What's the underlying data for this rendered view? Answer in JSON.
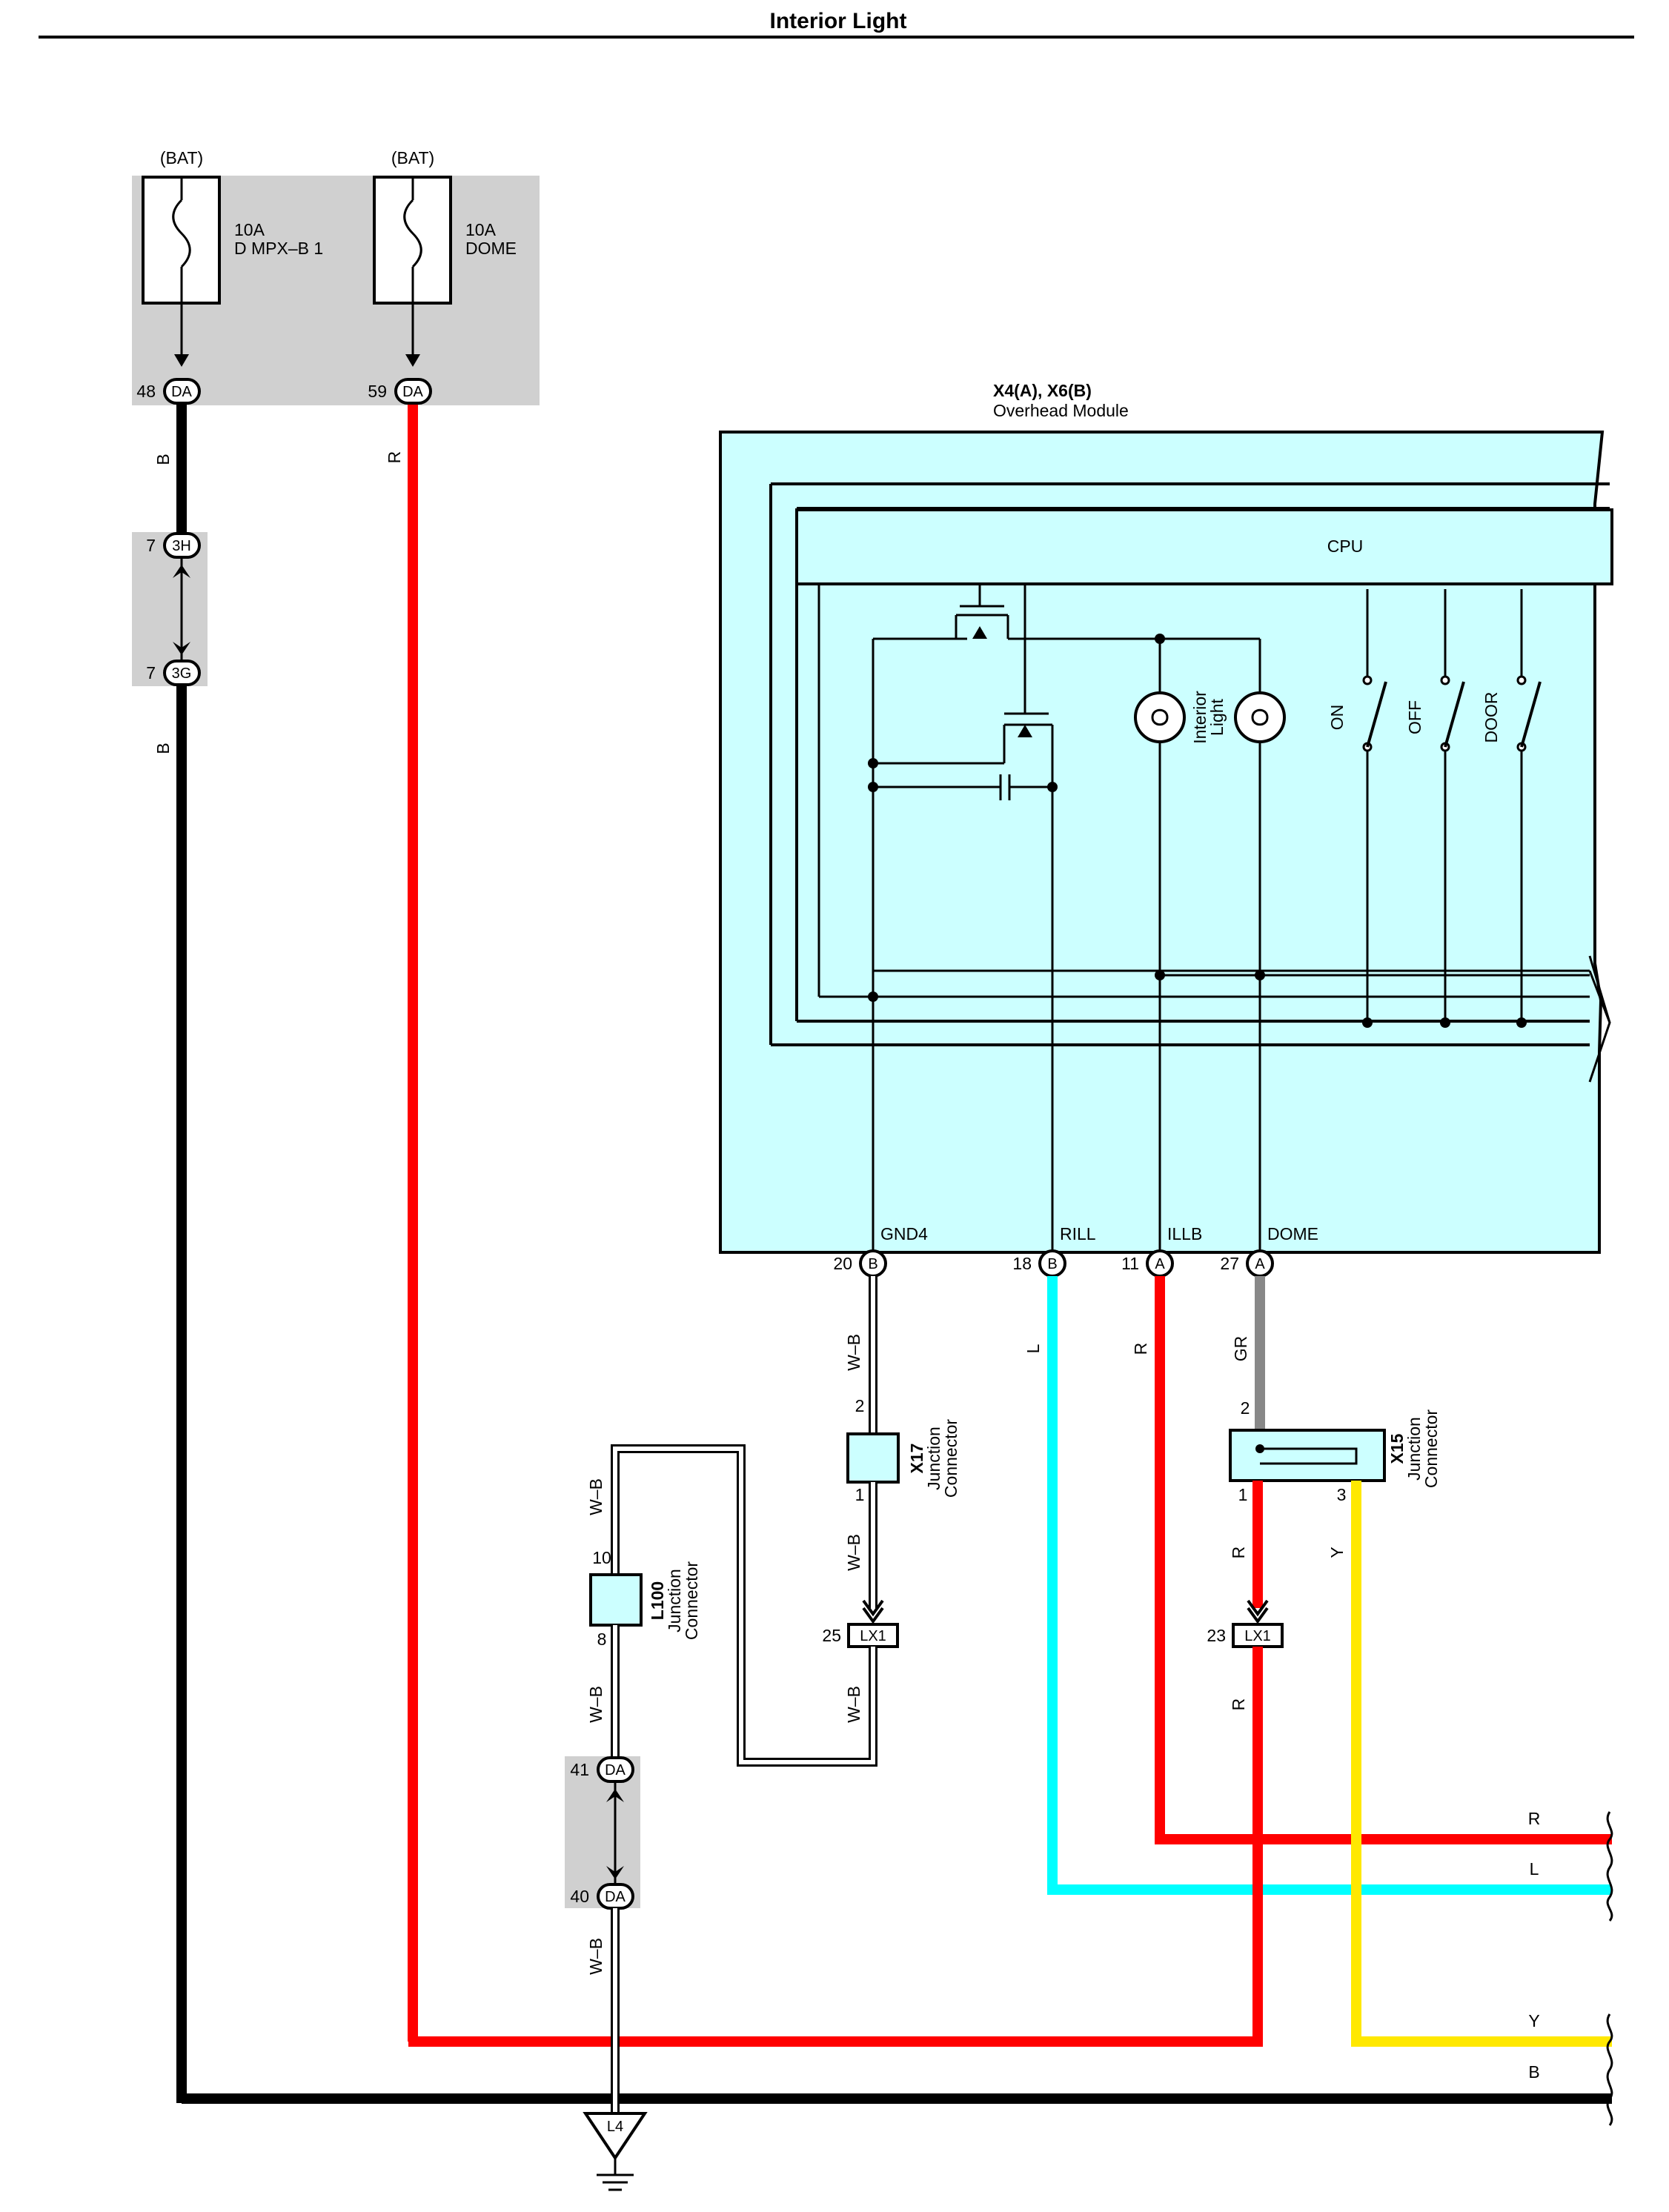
{
  "title": "Interior Light",
  "colors": {
    "B": "#000000",
    "R": "#ff0000",
    "L": "#00ffff",
    "Y": "#ffe800",
    "GR": "#888888",
    "W-B": "#ffffff",
    "module_fill": "#ccffff",
    "shade": "#d0d0d0"
  },
  "fuses": [
    {
      "source": "(BAT)",
      "rating": "10A",
      "name": "D MPX–B 1",
      "pin": "48",
      "connector": "DA"
    },
    {
      "source": "(BAT)",
      "rating": "10A",
      "name": "DOME",
      "pin": "59",
      "connector": "DA"
    }
  ],
  "junction_3": {
    "top_pin": "7",
    "top_conn": "3H",
    "bottom_pin": "7",
    "bottom_conn": "3G"
  },
  "module": {
    "code": "X4(A), X6(B)",
    "name": "Overhead Module",
    "cpu": "CPU",
    "light_label_1": "Interior",
    "light_label_2": "Light",
    "switches": [
      "ON",
      "OFF",
      "DOOR"
    ],
    "terminals": [
      {
        "name": "GND4",
        "pin": "20",
        "conn": "B"
      },
      {
        "name": "RILL",
        "pin": "18",
        "conn": "B"
      },
      {
        "name": "ILLB",
        "pin": "11",
        "conn": "A"
      },
      {
        "name": "DOME",
        "pin": "27",
        "conn": "A"
      }
    ]
  },
  "wires": {
    "b": "B",
    "r": "R",
    "wb": "W–B",
    "l": "L",
    "gr": "GR",
    "y": "Y"
  },
  "x17": {
    "code": "X17",
    "desc1": "Junction",
    "desc2": "Connector",
    "pin_top": "2",
    "pin_bottom": "1"
  },
  "x15": {
    "code": "X15",
    "desc1": "Junction",
    "desc2": "Connector",
    "pin_top": "2",
    "pin_left": "1",
    "pin_right": "3"
  },
  "l100": {
    "code": "L100",
    "desc1": "Junction",
    "desc2": "Connector",
    "pin_top": "10",
    "pin_bottom": "8"
  },
  "lx1_left": {
    "pin": "25",
    "conn": "LX1"
  },
  "lx1_right": {
    "pin": "23",
    "conn": "LX1"
  },
  "da_junction": {
    "top_pin": "41",
    "top_conn": "DA",
    "bottom_pin": "40",
    "bottom_conn": "DA"
  },
  "ground": {
    "label": "L4"
  },
  "right_edge_labels": [
    "R",
    "L",
    "Y",
    "B"
  ]
}
